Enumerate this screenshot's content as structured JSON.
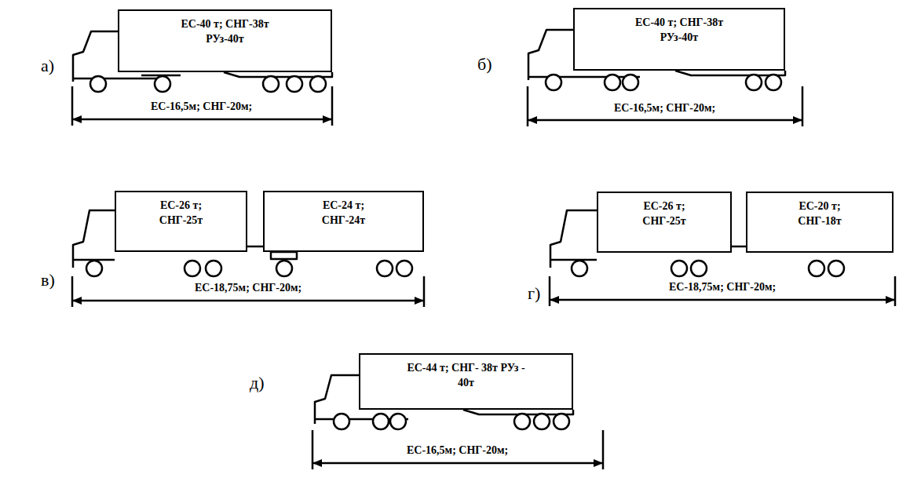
{
  "diagram": {
    "nodes": [
      {
        "text": [
          "ЕС-40 т; СНГ-38т РУз-40т"
        ]
      },
      {
        "text": [
          "ЕС-40 т; СНГ-38т РУз-40т"
        ]
      },
      {
        "text": [
          "ЕС-26 т; СНГ-25т"
        ]
      },
      {
        "text": [
          "ЕС-24 т; СНГ-24т"
        ]
      },
      {
        "text": [
          "ЕС-26 т; СНГ-25т"
        ]
      },
      {
        "text": [
          "ЕС-20 т; СНГ-18т"
        ]
      },
      {
        "text": [
          "ЕС-44 т; СНГ- 38т РУз - 40т"
        ]
      }
    ],
    "labels": [
      "а)",
      "ЕС-16,5м; СНГ-20м;",
      "б)",
      "ЕС-16,5м; СНГ-20м;",
      "в)",
      "ЕС-18,75м; СНГ-20м;",
      "г)",
      "ЕС-18,75м; СНГ-20м;",
      "д)",
      "ЕС-16,5м; СНГ-20м;"
    ]
  }
}
